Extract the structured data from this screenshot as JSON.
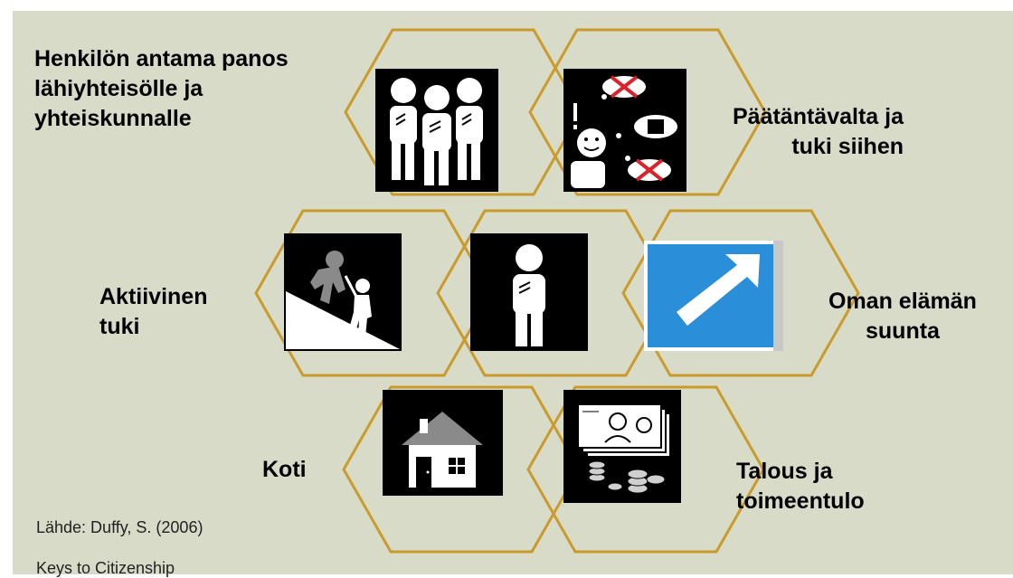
{
  "labels": {
    "contribution": "Henkilön antama panos\nlähiyhteisölle ja\nyhteiskunnalle",
    "decision": "Päätäntävalta ja\ntuki siihen",
    "active_support": "Aktiivinen\ntuki",
    "own_direction": "Oman elämän\nsuunta",
    "home": "Koti",
    "finance": "Talous ja\ntoimeentulo"
  },
  "source": {
    "line1": "Lähde: Duffy, S. (2006)",
    "line2": "Keys to Citizenship"
  },
  "colors": {
    "background": "#d9dbc9",
    "hex_border": "#c99b2a",
    "arrow_sign": "#2a8fd8"
  },
  "icons": [
    "group-of-people-icon",
    "decision-thought-bubbles-icon",
    "climbing-help-icon",
    "person-icon",
    "direction-arrow-sign-icon",
    "house-icon",
    "money-and-coins-icon"
  ]
}
